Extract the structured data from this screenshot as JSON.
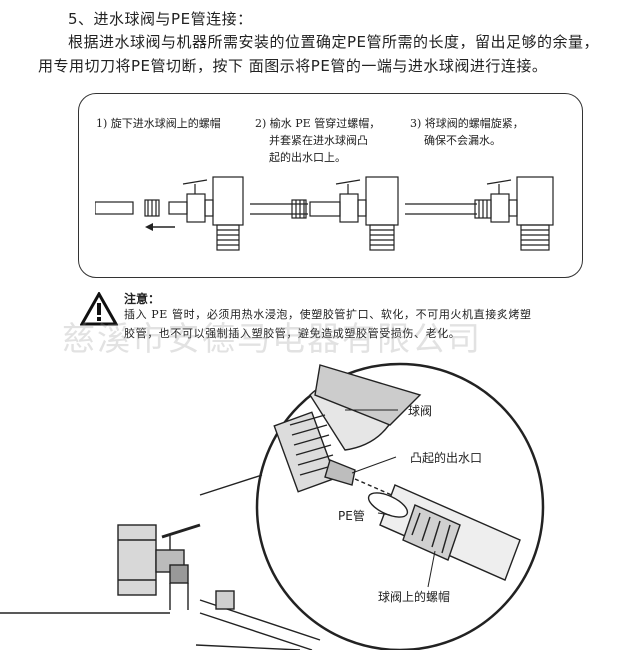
{
  "section": {
    "heading": "5、进水球阀与PE管连接：",
    "paragraph": "根据进水球阀与机器所需安装的位置确定PE管所需的长度，留出足够的余量，用专用切刀将PE管切断，按下 面图示将PE管的一端与进水球阀进行连接。"
  },
  "steps": [
    {
      "lines": [
        "1) 旋下进水球阀上的螺帽"
      ]
    },
    {
      "lines": [
        "2) 榆水 PE 管穿过螺帽，",
        "并套紧在进水球阀凸",
        "起的出水口上。"
      ]
    },
    {
      "lines": [
        "3) 将球阀的螺帽旋紧，",
        "确保不会漏水。"
      ]
    }
  ],
  "note": {
    "title": "注意：",
    "line1": "插入 PE 管时，必须用热水浸泡，使塑胶管扩口、软化，不可用火机直接炙烤塑",
    "line2": "胶管，也不可以强制插入塑胶管，避免造成塑胶管受损伤、老化。"
  },
  "watermark": "慈溪市安德马电器有限公司",
  "labels": {
    "ball_valve": "球阀",
    "outlet": "凸起的出水口",
    "pe_pipe": "PE管",
    "nut": "球阀上的螺帽"
  }
}
